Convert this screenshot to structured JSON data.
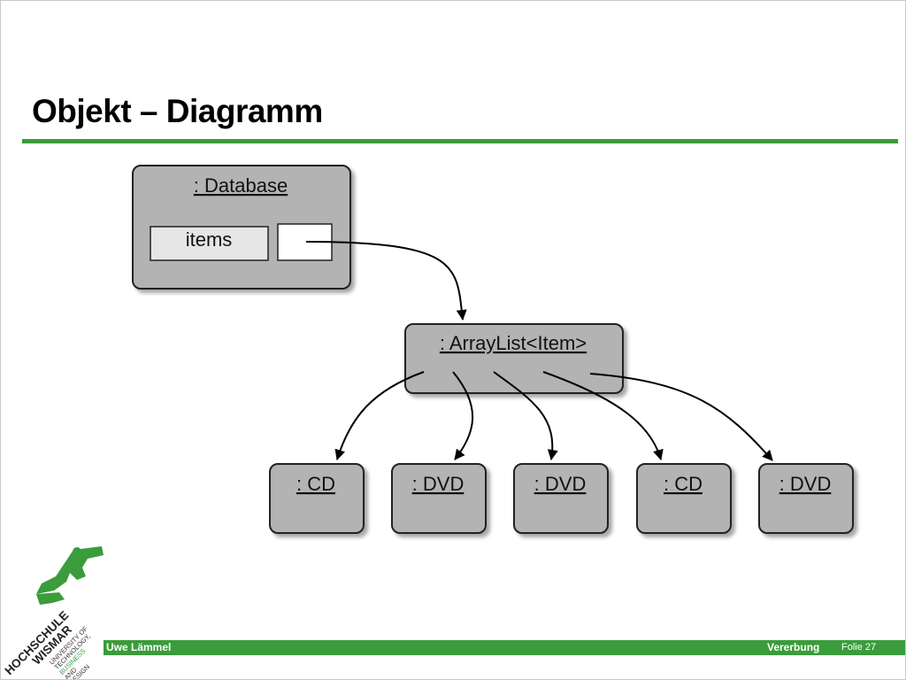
{
  "slide": {
    "title": "Objekt – Diagramm"
  },
  "diagram": {
    "database": {
      "label": ": Database",
      "field_name": "items"
    },
    "arraylist": {
      "label": ": ArrayList<Item>"
    },
    "children": [
      {
        "label": ": CD"
      },
      {
        "label": ": DVD"
      },
      {
        "label": ": DVD"
      },
      {
        "label": ": CD"
      },
      {
        "label": ": DVD"
      }
    ]
  },
  "footer": {
    "author": "Uwe Lämmel",
    "topic": "Vererbung",
    "page": "Folie 27"
  },
  "logo": {
    "line1": "HOCHSCHULE",
    "line2": "WISMAR",
    "sub1": "UNIVERSITY OF",
    "sub2": "TECHNOLOGY,",
    "sub3": "BUSINESS",
    "sub4": "AND",
    "sub5": "DESIGN"
  },
  "colors": {
    "accent_green": "#3a9c3a",
    "object_fill": "#b3b3b3",
    "field_fill": "#e6e6e6"
  }
}
